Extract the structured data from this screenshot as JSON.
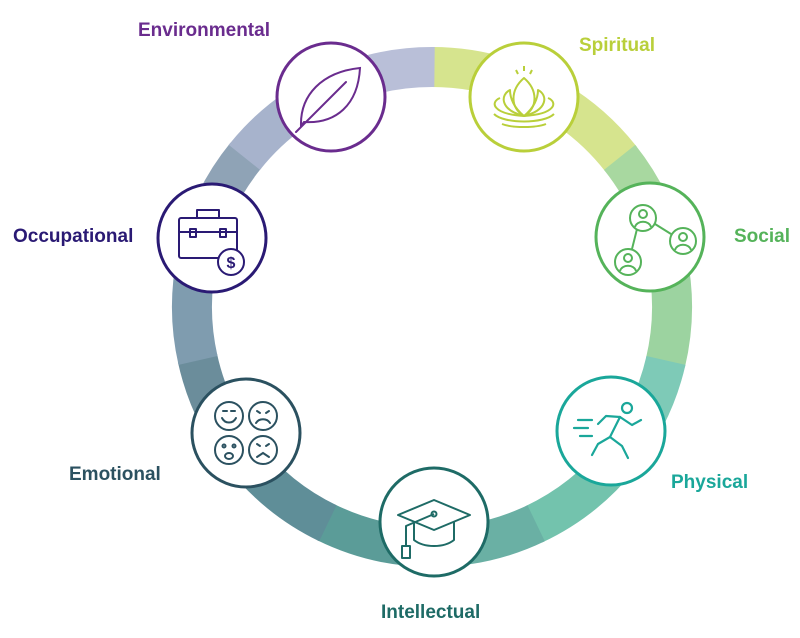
{
  "dimensions": [
    {
      "key": "environmental",
      "label": "Environmental",
      "color": "#6a2c8e",
      "icon": "leaf-icon"
    },
    {
      "key": "spiritual",
      "label": "Spiritual",
      "color": "#b9cf3a",
      "icon": "lotus-icon"
    },
    {
      "key": "social",
      "label": "Social",
      "color": "#55b35a",
      "icon": "people-network-icon"
    },
    {
      "key": "physical",
      "label": "Physical",
      "color": "#1aa79a",
      "icon": "running-person-icon"
    },
    {
      "key": "intellectual",
      "label": "Intellectual",
      "color": "#1e6b66",
      "icon": "graduation-cap-icon"
    },
    {
      "key": "emotional",
      "label": "Emotional",
      "color": "#2b5160",
      "icon": "emotion-faces-icon"
    },
    {
      "key": "occupational",
      "label": "Occupational",
      "color": "#2a1a74",
      "icon": "briefcase-money-icon"
    }
  ],
  "ring_colors": [
    "#d6e48e",
    "#d6e48e",
    "#a8d8a0",
    "#9cd3a0",
    "#7ecab7",
    "#73c3ad",
    "#6ab0a4",
    "#5b9c98",
    "#5f8e98",
    "#6b8d9b",
    "#7f9caf",
    "#8fa3b6",
    "#a7b3cc",
    "#b9bfd8"
  ]
}
